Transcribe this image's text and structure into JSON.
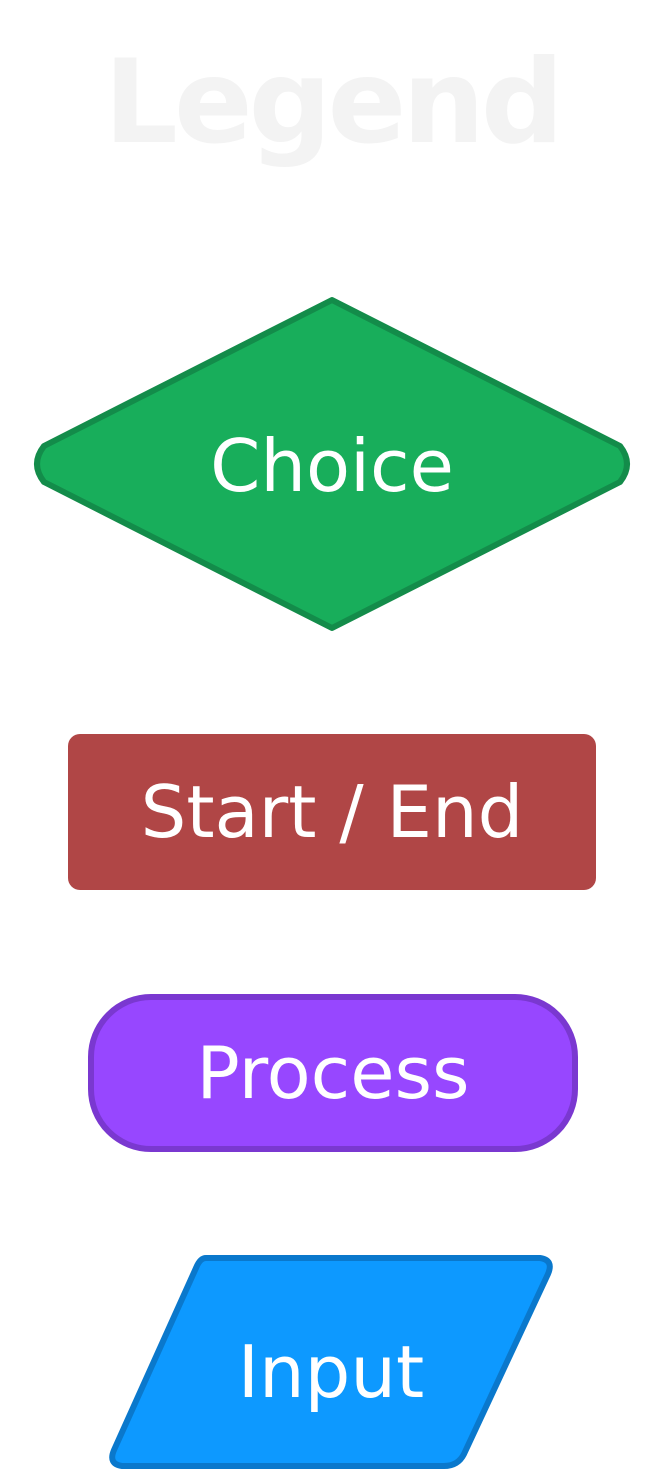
{
  "title": "Legend",
  "shapes": [
    {
      "id": "choice",
      "label": "Choice",
      "kind": "diamond",
      "fill": "#18ae5b",
      "stroke": "#138c4a"
    },
    {
      "id": "start_end",
      "label": "Start / End",
      "kind": "rectangle",
      "fill": "#b04646",
      "stroke": "#b04646"
    },
    {
      "id": "process",
      "label": "Process",
      "kind": "rounded-rectangle",
      "fill": "#9747ff",
      "stroke": "#7a38d0"
    },
    {
      "id": "input",
      "label": "Input",
      "kind": "parallelogram",
      "fill": "#0d99ff",
      "stroke": "#0a78cc"
    }
  ],
  "colors": {
    "background": "#ffffff",
    "title": "#f3f3f3",
    "label": "#ffffff"
  }
}
